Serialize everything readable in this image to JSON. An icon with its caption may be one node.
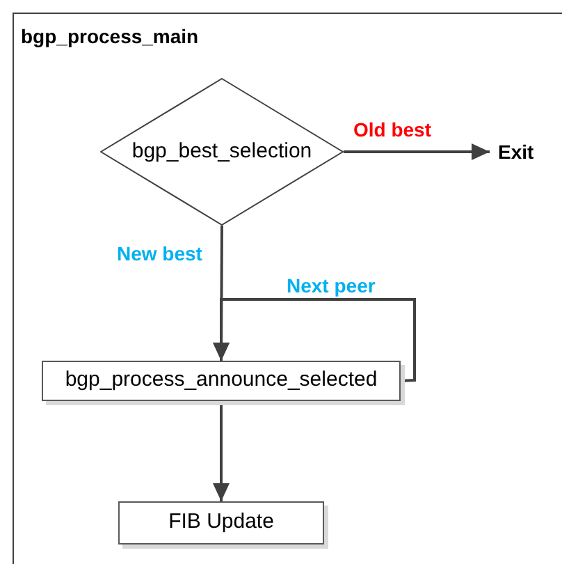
{
  "diagram": {
    "nodes": [
      {
        "text": [
          "bgp_process_main"
        ]
      },
      {
        "text": [
          "bgp_best_selection"
        ],
        "in": 0
      },
      {
        "text": [
          "Exit"
        ],
        "in": 0
      },
      {
        "text": [
          "bgp_process_announce_selected"
        ],
        "in": 0
      },
      {
        "text": [
          "FIB Update"
        ],
        "in": 0
      }
    ],
    "edges": [
      {
        "from": 1,
        "to": 2,
        "arrow": "to",
        "label": "Old best"
      },
      {
        "from": 1,
        "to": 3,
        "arrow": "to",
        "label": "New best"
      },
      {
        "from": 3,
        "to": 3,
        "arrow": "to",
        "label": "Next peer"
      },
      {
        "from": 3,
        "to": 4,
        "arrow": "to"
      }
    ]
  }
}
